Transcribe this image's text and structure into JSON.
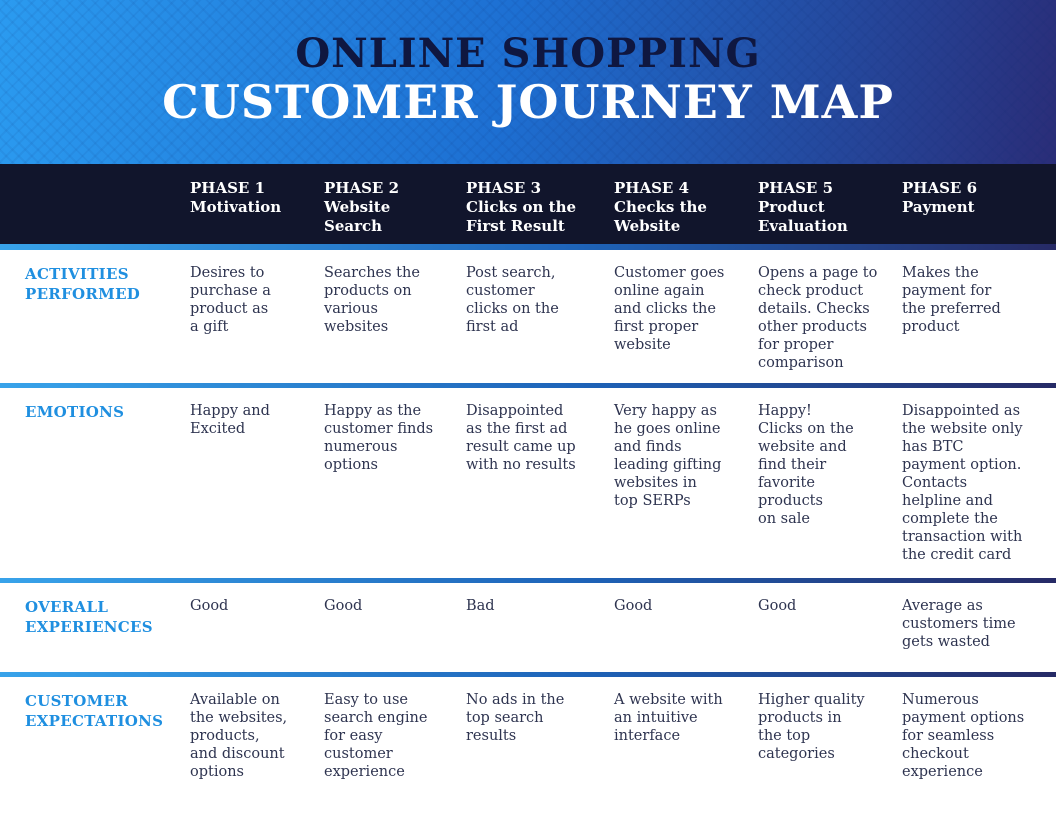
{
  "title": {
    "line1": "ONLINE SHOPPING",
    "line2": "CUSTOMER JOURNEY MAP"
  },
  "phases": [
    {
      "label": "PHASE 1\nMotivation"
    },
    {
      "label": "PHASE 2\nWebsite\nSearch"
    },
    {
      "label": "PHASE 3\nClicks on the\nFirst Result"
    },
    {
      "label": "PHASE 4\nChecks the\nWebsite"
    },
    {
      "label": "PHASE 5\nProduct\nEvaluation"
    },
    {
      "label": "PHASE 6\nPayment"
    }
  ],
  "rows": [
    {
      "label": "ACTIVITIES\nPERFORMED",
      "cells": [
        "Desires to\npurchase a\nproduct as\na gift",
        "Searches the\nproducts on\nvarious\nwebsites",
        "Post search,\ncustomer\nclicks on the\nfirst ad",
        "Customer goes\nonline again\nand clicks the\nfirst proper\nwebsite",
        "Opens a page to\ncheck product\ndetails. Checks\nother products\nfor proper\ncomparison",
        "Makes the\npayment for\nthe preferred\nproduct"
      ]
    },
    {
      "label": "EMOTIONS",
      "cells": [
        "Happy and\nExcited",
        "Happy as the\ncustomer finds\nnumerous\noptions",
        "Disappointed\nas the first ad\nresult came up\nwith no results",
        "Very happy as\nhe goes online\nand finds\nleading gifting\nwebsites in\ntop SERPs",
        "Happy!\nClicks on the\nwebsite and\nfind their\nfavorite\nproducts\non sale",
        "Disappointed as\nthe website only\nhas BTC\npayment option.\nContacts\nhelpline and\ncomplete the\ntransaction with\nthe credit card"
      ]
    },
    {
      "label": "OVERALL\nEXPERIENCES",
      "cells": [
        "Good",
        "Good",
        "Bad",
        "Good",
        "Good",
        "Average as\ncustomers time\ngets wasted"
      ]
    },
    {
      "label": "CUSTOMER\nEXPECTATIONS",
      "cells": [
        "Available on\nthe websites,\nproducts,\nand discount\noptions",
        "Easy to use\nsearch engine\nfor easy\ncustomer\nexperience",
        "No ads in the\ntop search\nresults",
        "A website with\nan intuitive\ninterface",
        "Higher quality\nproducts in\nthe top\ncategories",
        "Numerous\npayment options\nfor seamless\ncheckout\nexperience"
      ]
    }
  ],
  "colors": {
    "banner_gradient_start": "#2b9bf0",
    "banner_gradient_mid": "#1d6fd2",
    "banner_gradient_end": "#2a2d78",
    "title_line1": "#0f1740",
    "title_line2": "#ffffff",
    "phase_band_bg": "#11152c",
    "row_label_accent": "#1f8fe0",
    "body_text": "#2e3450",
    "separator_gradient_start": "#38a3ea",
    "separator_gradient_end": "#262a66"
  }
}
